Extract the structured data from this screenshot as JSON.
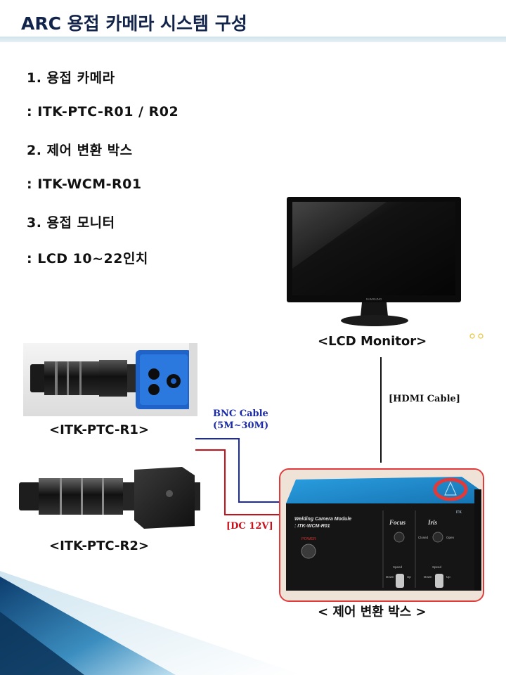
{
  "header": {
    "title": "ARC 용접 카메라 시스템 구성"
  },
  "specs": [
    {
      "heading": "1. 용접 카메라",
      "value": ": ITK-PTC-R01 / R02"
    },
    {
      "heading": "2. 제어 변환 박스",
      "value": ": ITK-WCM-R01"
    },
    {
      "heading": "3. 용접 모니터",
      "value": ": LCD 10~22인치"
    }
  ],
  "captions": {
    "monitor": "<LCD Monitor>",
    "camera1": "<ITK-PTC-R1>",
    "camera2": "<ITK-PTC-R2>",
    "box": "< 제어 변환 박스 >"
  },
  "cables": {
    "hdmi": "[HDMI Cable]",
    "bnc_line1": "BNC Cable",
    "bnc_line2": "(5M~30M)",
    "dc": "[DC 12V]"
  },
  "monitor_brand": "SAMSUNG",
  "box_panel": {
    "module_line1": "Welding Camera Module",
    "module_line2": ": ITK-WCM-R01",
    "power": "POWER",
    "focus": "Focus",
    "iris": "Iris",
    "speed": "Speed",
    "down": "Down",
    "up": "Up",
    "closed": "Closed",
    "open": "Open",
    "brand": "ITK"
  },
  "colors": {
    "title": "#13244a",
    "bnc": "#1a2aa8",
    "dc": "#c8101a",
    "box_blue": "#1e86c8",
    "highlight_border": "#e03a3a"
  }
}
